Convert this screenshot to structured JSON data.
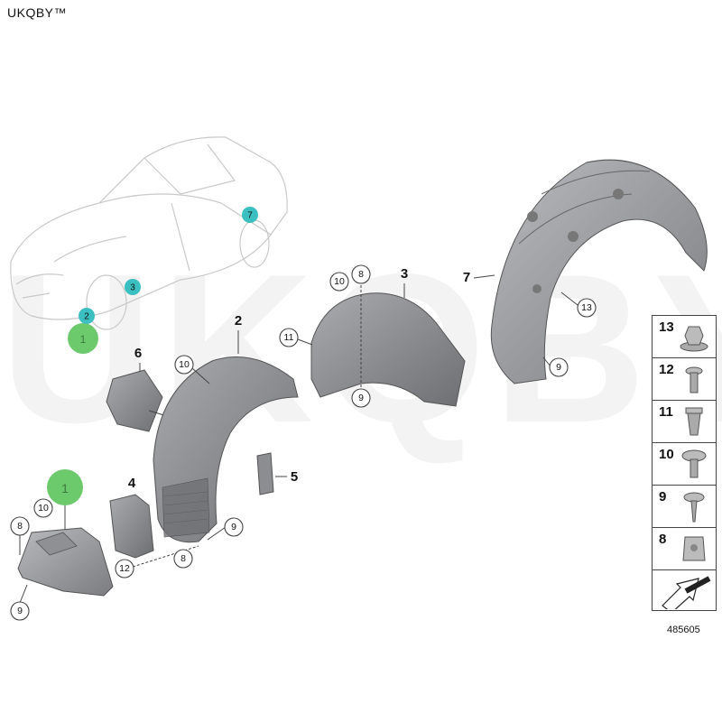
{
  "brand": "UKQBY™",
  "watermark": "UKQBY™",
  "diagram_ref": "485605",
  "car_markers": [
    "1",
    "2",
    "3",
    "7"
  ],
  "part_labels": {
    "p1": "1",
    "p2": "2",
    "p3": "3",
    "p4": "4",
    "p5": "5",
    "p6": "6",
    "p7": "7"
  },
  "callouts": {
    "c8a": "8",
    "c10a": "10",
    "c9a": "9",
    "c12": "12",
    "c8b": "8",
    "c9b": "9",
    "c10b": "10",
    "c10c": "10",
    "c8c": "8",
    "c11": "11",
    "c9c": "9",
    "c13": "13",
    "c9d": "9"
  },
  "legend": [
    {
      "num": "13",
      "icon": "hex-nut-clip-icon"
    },
    {
      "num": "12",
      "icon": "push-rivet-icon"
    },
    {
      "num": "11",
      "icon": "expanding-nut-icon"
    },
    {
      "num": "10",
      "icon": "spreader-rivet-icon"
    },
    {
      "num": "9",
      "icon": "plastic-screw-icon"
    },
    {
      "num": "8",
      "icon": "clip-nut-icon"
    },
    {
      "num": "",
      "icon": "arrow-icon"
    }
  ],
  "colors": {
    "marker_green": "#6cc96c",
    "marker_teal": "#3bbfc0",
    "part_gray": "#8b8d90",
    "part_dark": "#5f6164"
  }
}
